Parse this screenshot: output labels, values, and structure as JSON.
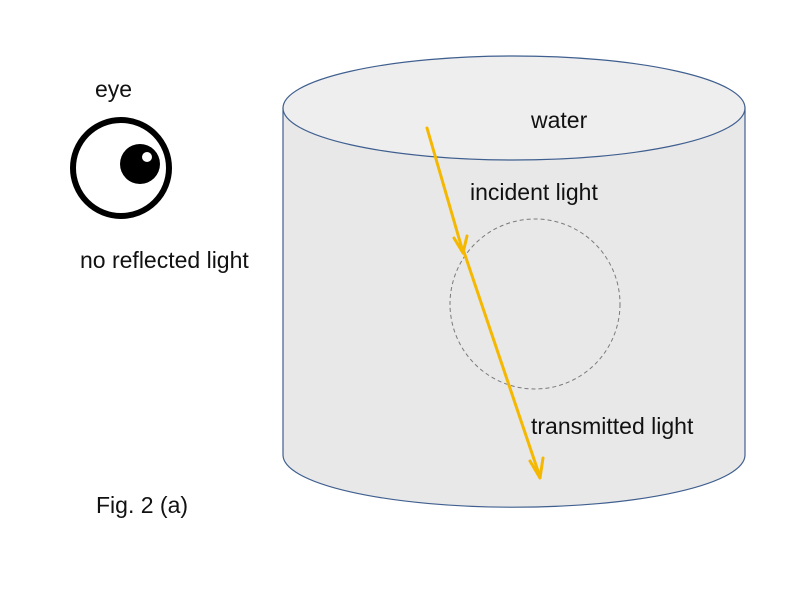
{
  "labels": {
    "eye": "eye",
    "water": "water",
    "incident": "incident light",
    "no_reflected": "no reflected light",
    "transmitted": "transmitted light",
    "caption": "Fig. 2 (a)"
  },
  "colors": {
    "background": "#ffffff",
    "container_fill": "#e9e8e9",
    "container_top_fill": "#efeeef",
    "container_stroke": "#3f5f8f",
    "light_ray": "#f5b800",
    "dashed_circle": "#7a7a7a",
    "eye": "#000000"
  },
  "icons": {
    "eye": "eye-icon",
    "ray": "light-ray-arrow"
  }
}
